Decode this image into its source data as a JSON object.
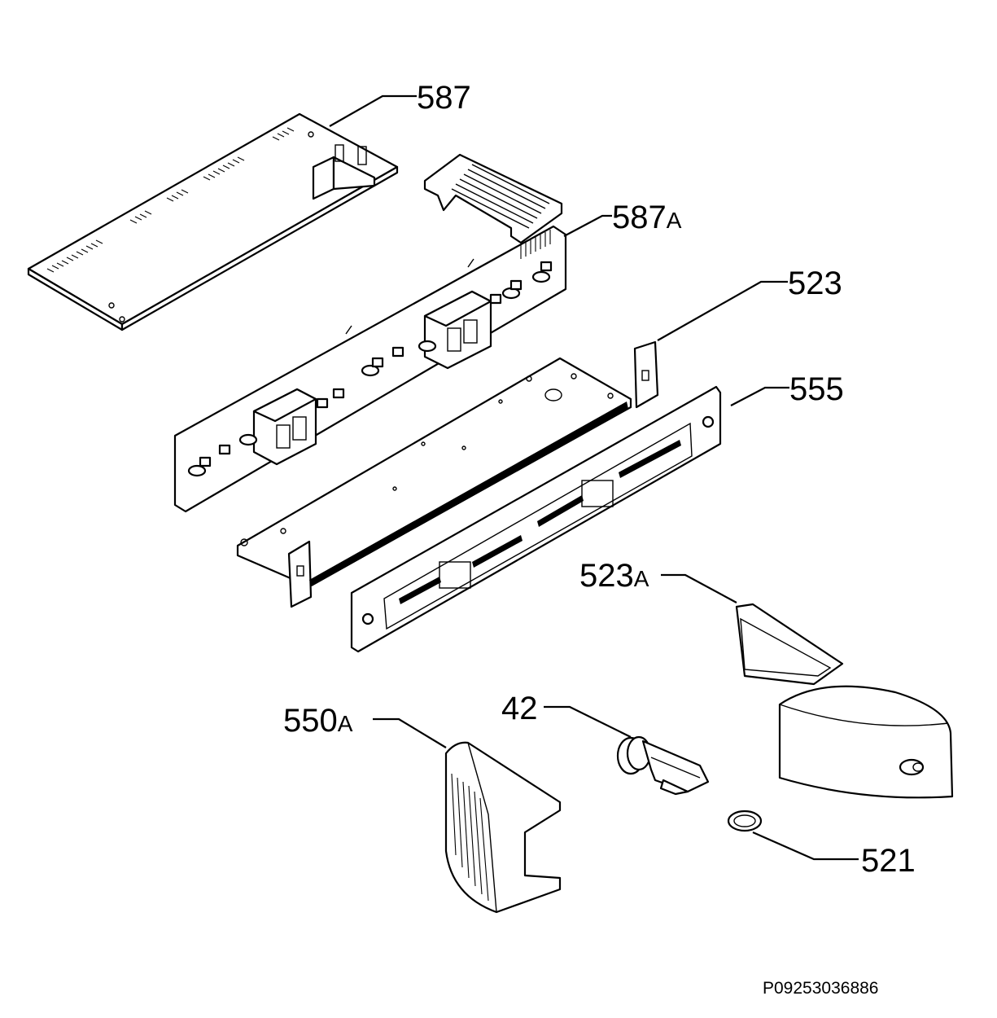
{
  "diagram": {
    "callouts": [
      {
        "id": "587",
        "number": "587",
        "suffix": ""
      },
      {
        "id": "587A",
        "number": "587",
        "suffix": "A"
      },
      {
        "id": "523",
        "number": "523",
        "suffix": ""
      },
      {
        "id": "555",
        "number": "555",
        "suffix": ""
      },
      {
        "id": "523A",
        "number": "523",
        "suffix": "A"
      },
      {
        "id": "42",
        "number": "42",
        "suffix": ""
      },
      {
        "id": "550A",
        "number": "550",
        "suffix": "A"
      },
      {
        "id": "521",
        "number": "521",
        "suffix": ""
      }
    ],
    "reference_code": "P09253036886"
  }
}
